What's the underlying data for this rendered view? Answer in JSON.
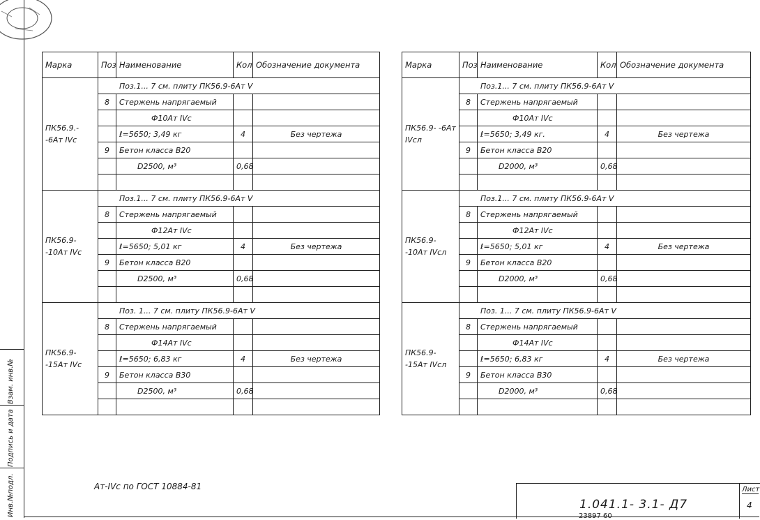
{
  "headers": {
    "marka": "Марка",
    "poz": "Поз.",
    "name": "Наименование",
    "qty": "Кол.",
    "doc": "Обозначение документа"
  },
  "left_table": {
    "groups": [
      {
        "marka": "ПК56.9.- -6Ат IVс",
        "title": "Поз.1... 7 см. плиту ПК56.9-6Ат V",
        "rows": [
          {
            "poz": "8",
            "name": "Стержень напрягаемый",
            "qty": "",
            "doc": ""
          },
          {
            "poz": "",
            "name": "Ф10Ат IVс",
            "qty": "",
            "doc": ""
          },
          {
            "poz": "",
            "name": "ℓ=5650; 3,49 кг",
            "qty": "4",
            "doc": "Без чертежа"
          },
          {
            "poz": "9",
            "name": "Бетон класса В20",
            "qty": "",
            "doc": ""
          },
          {
            "poz": "",
            "name": "D2500, м³",
            "qty": "0,68",
            "doc": ""
          },
          {
            "poz": "",
            "name": "",
            "qty": "",
            "doc": ""
          }
        ]
      },
      {
        "marka": "ПК56.9- -10Ат IVс",
        "title": "Поз.1... 7 см. плиту ПК56.9-6Ат V",
        "rows": [
          {
            "poz": "8",
            "name": "Стержень напрягаемый",
            "qty": "",
            "doc": ""
          },
          {
            "poz": "",
            "name": "Ф12Ат IVс",
            "qty": "",
            "doc": ""
          },
          {
            "poz": "",
            "name": "ℓ=5650; 5,01 кг",
            "qty": "4",
            "doc": "Без чертежа"
          },
          {
            "poz": "9",
            "name": "Бетон класса В20",
            "qty": "",
            "doc": ""
          },
          {
            "poz": "",
            "name": "D2500, м³",
            "qty": "0,68",
            "doc": ""
          },
          {
            "poz": "",
            "name": "",
            "qty": "",
            "doc": ""
          }
        ]
      },
      {
        "marka": "ПК56.9- -15Ат IVс",
        "title": "Поз. 1... 7 см. плиту ПК56.9-6Ат V",
        "rows": [
          {
            "poz": "8",
            "name": "Стержень напрягаемый",
            "qty": "",
            "doc": ""
          },
          {
            "poz": "",
            "name": "Ф14Ат IVс",
            "qty": "",
            "doc": ""
          },
          {
            "poz": "",
            "name": "ℓ=5650; 6,83 кг",
            "qty": "4",
            "doc": "Без чертежа"
          },
          {
            "poz": "9",
            "name": "Бетон класса В30",
            "qty": "",
            "doc": ""
          },
          {
            "poz": "",
            "name": "D2500, м³",
            "qty": "0,68",
            "doc": ""
          },
          {
            "poz": "",
            "name": "",
            "qty": "",
            "doc": ""
          }
        ]
      }
    ]
  },
  "right_table": {
    "groups": [
      {
        "marka": "ПК56.9- -6Ат IVсл",
        "title": "Поз.1... 7 см. плиту ПК56.9-6Ат V",
        "rows": [
          {
            "poz": "8",
            "name": "Стержень напрягаемый",
            "qty": "",
            "doc": ""
          },
          {
            "poz": "",
            "name": "Ф10Ат IVс",
            "qty": "",
            "doc": ""
          },
          {
            "poz": "",
            "name": "ℓ=5650; 3,49 кг.",
            "qty": "4",
            "doc": "Без чертежа"
          },
          {
            "poz": "9",
            "name": "Бетон класса В20",
            "qty": "",
            "doc": ""
          },
          {
            "poz": "",
            "name": "D2000, м³",
            "qty": "0,68",
            "doc": ""
          },
          {
            "poz": "",
            "name": "",
            "qty": "",
            "doc": ""
          }
        ]
      },
      {
        "marka": "ПК56.9- -10Ат IVсл",
        "title": "Поз.1... 7 см. плиту ПК56.9-6Ат V",
        "rows": [
          {
            "poz": "8",
            "name": "Стержень напрягаемый",
            "qty": "",
            "doc": ""
          },
          {
            "poz": "",
            "name": "Ф12Ат IVс",
            "qty": "",
            "doc": ""
          },
          {
            "poz": "",
            "name": "ℓ=5650; 5,01 кг",
            "qty": "4",
            "doc": "Без чертежа"
          },
          {
            "poz": "9",
            "name": "Бетон класса В20",
            "qty": "",
            "doc": ""
          },
          {
            "poz": "",
            "name": "D2000, м³",
            "qty": "0,68",
            "doc": ""
          },
          {
            "poz": "",
            "name": "",
            "qty": "",
            "doc": ""
          }
        ]
      },
      {
        "marka": "ПК56.9- -15Ат IVсл",
        "title": "Поз. 1... 7 см. плиту ПК56.9-6Ат V",
        "rows": [
          {
            "poz": "8",
            "name": "Стержень напрягаемый",
            "qty": "",
            "doc": ""
          },
          {
            "poz": "",
            "name": "Ф14Ат IVс",
            "qty": "",
            "doc": ""
          },
          {
            "poz": "",
            "name": "ℓ=5650; 6,83 кг",
            "qty": "4",
            "doc": "Без чертежа"
          },
          {
            "poz": "9",
            "name": "Бетон класса В30",
            "qty": "",
            "doc": ""
          },
          {
            "poz": "",
            "name": "D2000, м³",
            "qty": "0,68",
            "doc": ""
          },
          {
            "poz": "",
            "name": "",
            "qty": "",
            "doc": ""
          }
        ]
      }
    ]
  },
  "footnote": "Ат-IVс по ГОСТ 10884-81",
  "title_block": {
    "doc_code": "1.041.1- 3.1- Д7",
    "sheet_label": "Лист",
    "sheet_number": "4"
  },
  "side_labels": [
    "Инв.№подл.",
    "Подпись и дата",
    "Взам. инв.№"
  ],
  "order_number": "23897  60"
}
